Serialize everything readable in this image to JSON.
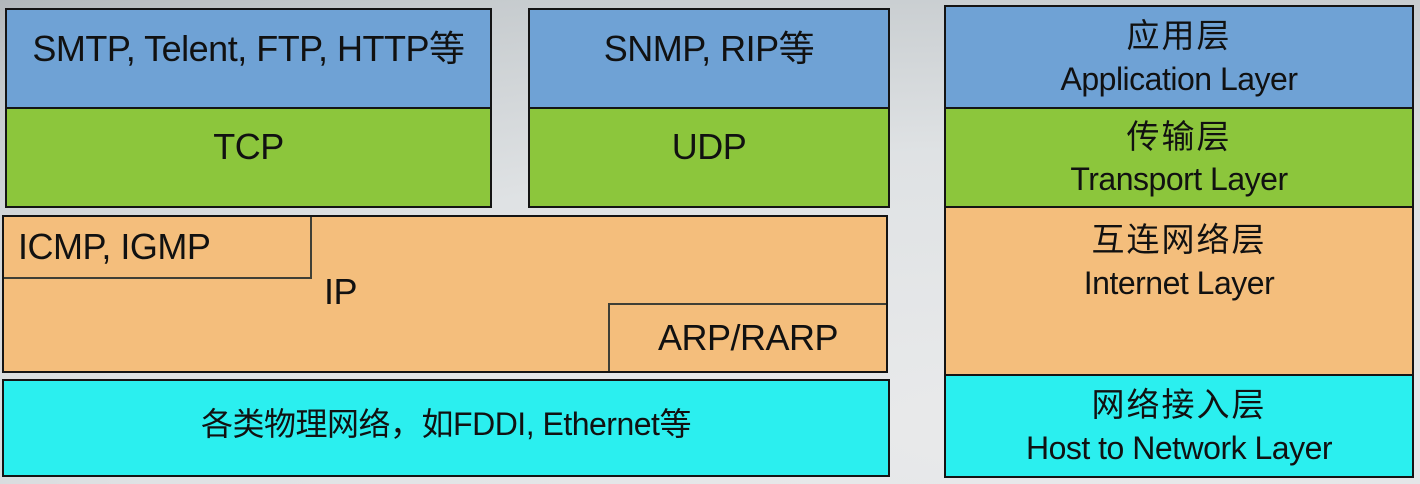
{
  "protocol_stack": {
    "application_examples_1": "SMTP, Telent, FTP, HTTP等",
    "application_examples_2": "SNMP, RIP等",
    "tcp_label": "TCP",
    "udp_label": "UDP",
    "icmp_igmp_label": "ICMP, IGMP",
    "ip_label": "IP",
    "arp_rarp_label": "ARP/RARP",
    "physical_label": "各类物理网络，如FDDI, Ethernet等"
  },
  "layer_labels": [
    {
      "zh": "应用层",
      "en": "Application Layer"
    },
    {
      "zh": "传输层",
      "en": "Transport Layer"
    },
    {
      "zh": "互连网络层",
      "en": "Internet Layer"
    },
    {
      "zh": "网络接入层",
      "en": "Host to Network Layer"
    }
  ],
  "colors": {
    "application": "#6FA2D5",
    "transport": "#8CC63C",
    "internet": "#F4BE7C",
    "network_access": "#2BEFEF",
    "border": "#141414",
    "background_light": "#E9EAEB",
    "background_dark": "#8F9498"
  }
}
